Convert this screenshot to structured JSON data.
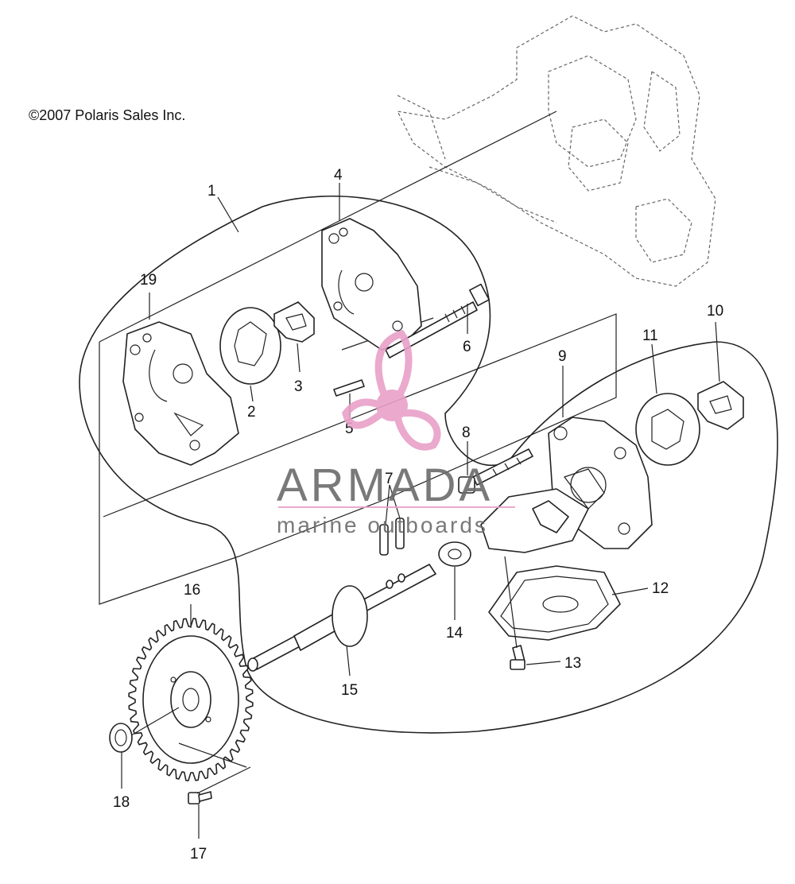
{
  "copyright": "©2007 Polaris Sales Inc.",
  "callouts": [
    {
      "id": "callout-1",
      "text": "1"
    },
    {
      "id": "callout-2",
      "text": "2"
    },
    {
      "id": "callout-3",
      "text": "3"
    },
    {
      "id": "callout-4",
      "text": "4"
    },
    {
      "id": "callout-5",
      "text": "5"
    },
    {
      "id": "callout-6",
      "text": "6"
    },
    {
      "id": "callout-7",
      "text": "7"
    },
    {
      "id": "callout-8",
      "text": "8"
    },
    {
      "id": "callout-9",
      "text": "9"
    },
    {
      "id": "callout-10",
      "text": "10"
    },
    {
      "id": "callout-11",
      "text": "11"
    },
    {
      "id": "callout-12",
      "text": "12"
    },
    {
      "id": "callout-13",
      "text": "13"
    },
    {
      "id": "callout-14",
      "text": "14"
    },
    {
      "id": "callout-15",
      "text": "15"
    },
    {
      "id": "callout-16",
      "text": "16"
    },
    {
      "id": "callout-17",
      "text": "17"
    },
    {
      "id": "callout-18",
      "text": "18"
    },
    {
      "id": "callout-19",
      "text": "19"
    }
  ],
  "watermark": {
    "title": "ARMADA",
    "subtitle": "marine outboards",
    "accent_color": "#e8a0c8",
    "text_color": "#6b6b6b"
  }
}
